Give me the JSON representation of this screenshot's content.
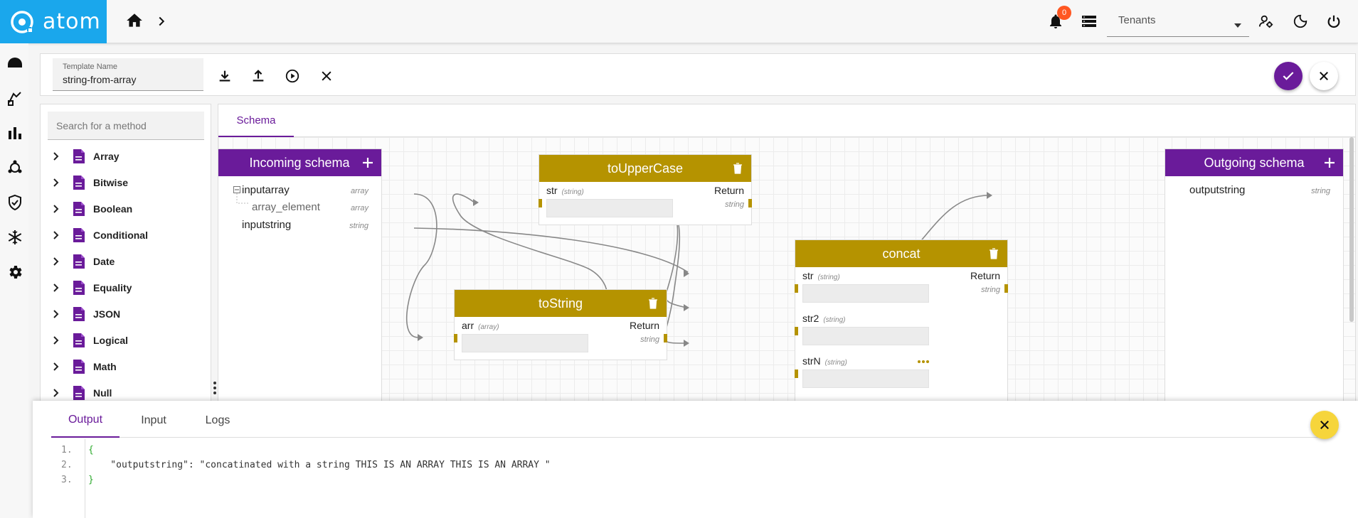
{
  "app": {
    "logo_text": "atom",
    "brand_color": "#1aa7ec",
    "accent_color": "#6a1b9a"
  },
  "header": {
    "notifications_count": "0",
    "tenants_placeholder": "Tenants",
    "icons": [
      "home-icon",
      "chevron-right-icon",
      "bell-icon",
      "storage-icon",
      "user-settings-icon",
      "dark-mode-icon",
      "power-icon"
    ]
  },
  "rail": {
    "icons": [
      "dashboard-icon",
      "flows-icon",
      "bar-chart-icon",
      "graph-icon",
      "shield-icon",
      "snowflake-icon",
      "settings-icon"
    ]
  },
  "template": {
    "name_label": "Template Name",
    "name_value": "string-from-array",
    "tools": [
      "download-icon",
      "upload-icon",
      "play-icon",
      "close-icon"
    ]
  },
  "methods": {
    "search_placeholder": "Search for a method",
    "items": [
      "Array",
      "Bitwise",
      "Boolean",
      "Conditional",
      "Date",
      "Equality",
      "JSON",
      "Logical",
      "Math",
      "Null"
    ]
  },
  "schema": {
    "tab_label": "Schema",
    "incoming": {
      "title": "Incoming schema",
      "fields": [
        {
          "name": "inputarray",
          "type": "array"
        },
        {
          "name": "array_element",
          "type": "array"
        },
        {
          "name": "inputstring",
          "type": "string"
        }
      ]
    },
    "outgoing": {
      "title": "Outgoing schema",
      "fields": [
        {
          "name": "outputstring",
          "type": "string"
        }
      ]
    },
    "to_upper": {
      "title": "toUpperCase",
      "param": "str",
      "param_type": "(string)",
      "return_label": "Return",
      "return_type": "string"
    },
    "to_string": {
      "title": "toString",
      "param": "arr",
      "param_type": "(array)",
      "return_label": "Return",
      "return_type": "string"
    },
    "concat": {
      "title": "concat",
      "return_label": "Return",
      "return_type": "string",
      "params": [
        {
          "name": "str",
          "type": "(string)"
        },
        {
          "name": "str2",
          "type": "(string)"
        },
        {
          "name": "strN",
          "type": "(string)"
        }
      ]
    }
  },
  "output": {
    "tabs": [
      "Output",
      "Input",
      "Logs"
    ],
    "lines": [
      "1.",
      "2.",
      "3."
    ],
    "line1": "{",
    "line2": "    \"outputstring\": \"concatinated with a string THIS IS AN ARRAY THIS IS AN ARRAY \"",
    "line3": "}"
  }
}
